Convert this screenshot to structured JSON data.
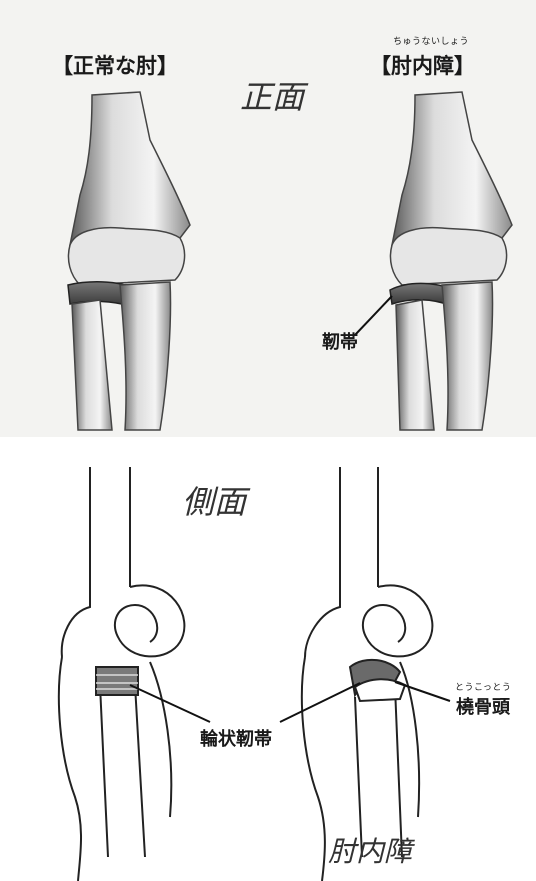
{
  "front_view": {
    "normal_title": "【正常な肘】",
    "injury_title": "【肘内障】",
    "injury_ruby": "ちゅうないしょう",
    "view_label": "正面",
    "ligament_callout": "靭帯"
  },
  "side_view": {
    "view_label": "側面",
    "annular_ligament_callout": "輪状靭帯",
    "radial_head_callout": "橈骨頭",
    "radial_head_ruby": "とうこっとう",
    "injury_caption": "肘内障"
  },
  "colors": {
    "bone_shade": "#9a9a9a",
    "ligament_dark": "#555555",
    "line": "#222222"
  }
}
